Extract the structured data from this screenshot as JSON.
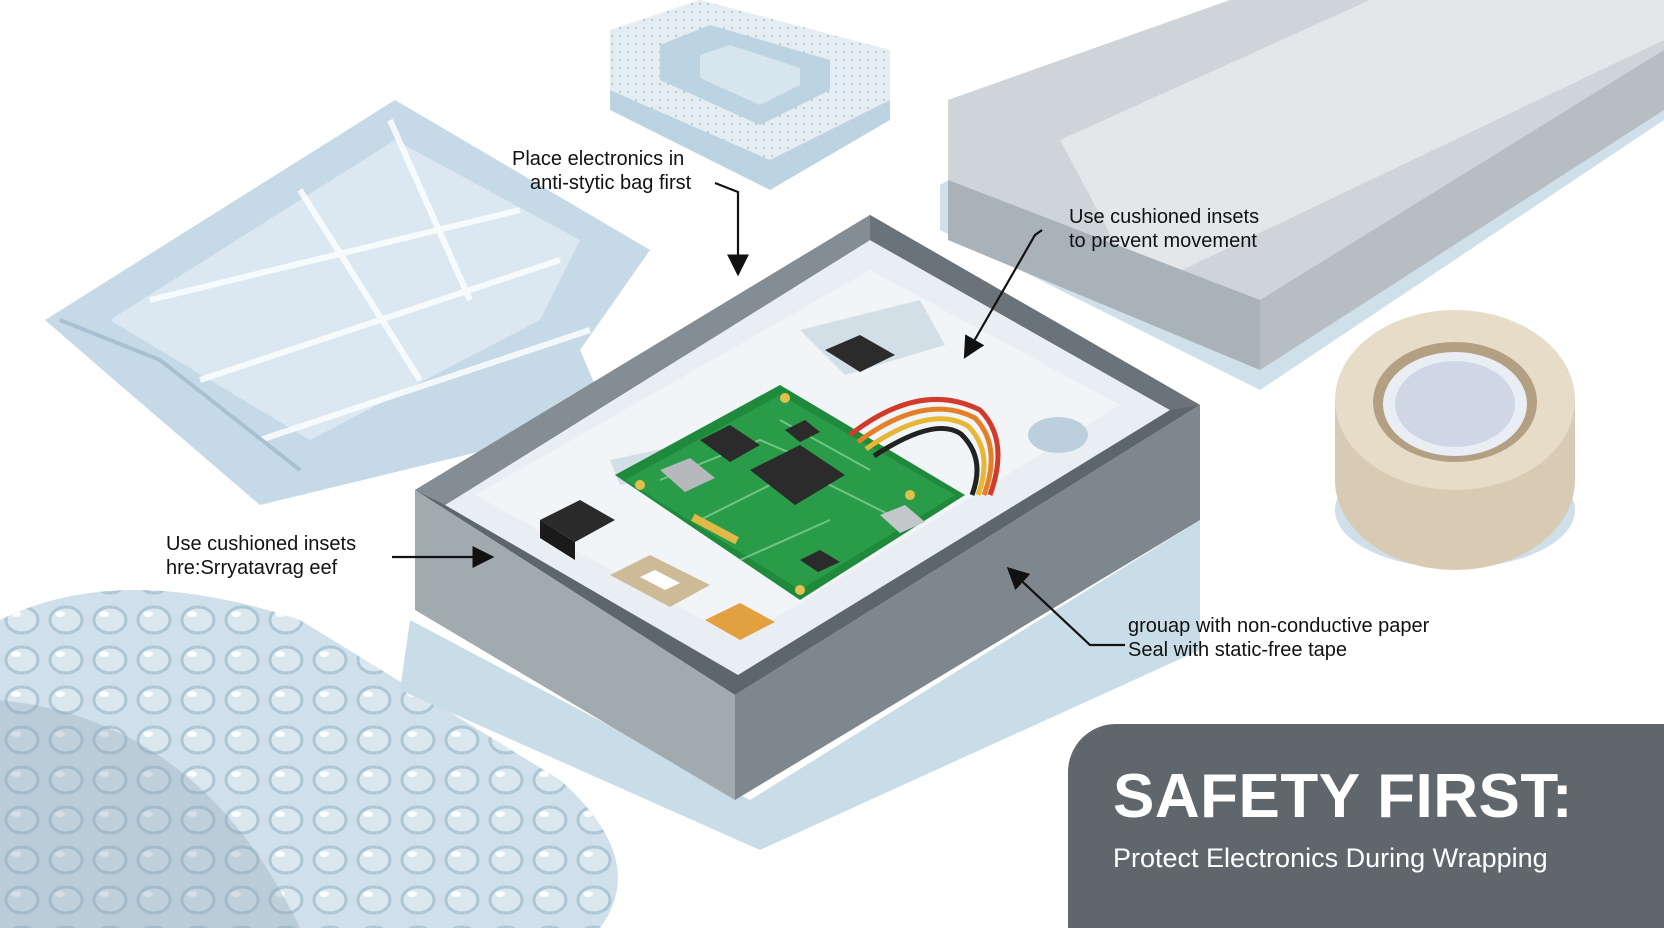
{
  "callouts": {
    "antistatic_bag": {
      "line1": "Place electronics in",
      "line2": "anti-stytic bag first"
    },
    "cushioned_inserts_top": {
      "line1": "Use cushioned insets",
      "line2": "to prevent movement"
    },
    "cushioned_inserts_left": {
      "line1": "Use cushioned insets",
      "line2": "hre:Srryatavrag eef"
    },
    "wrap_and_seal": {
      "line1": "grouap with non-conductive paper",
      "line2": "Seal with static-free tape"
    }
  },
  "banner": {
    "title": "SAFETY FIRST:",
    "subtitle": "Protect Electronics During Wrapping"
  },
  "colors": {
    "banner_bg": "#5f676d",
    "pcb_green": "#1f8a3c",
    "pale_blue": "#cfe0ea",
    "box_grey": "#7e878d",
    "tape_beige": "#d9cbb3"
  }
}
